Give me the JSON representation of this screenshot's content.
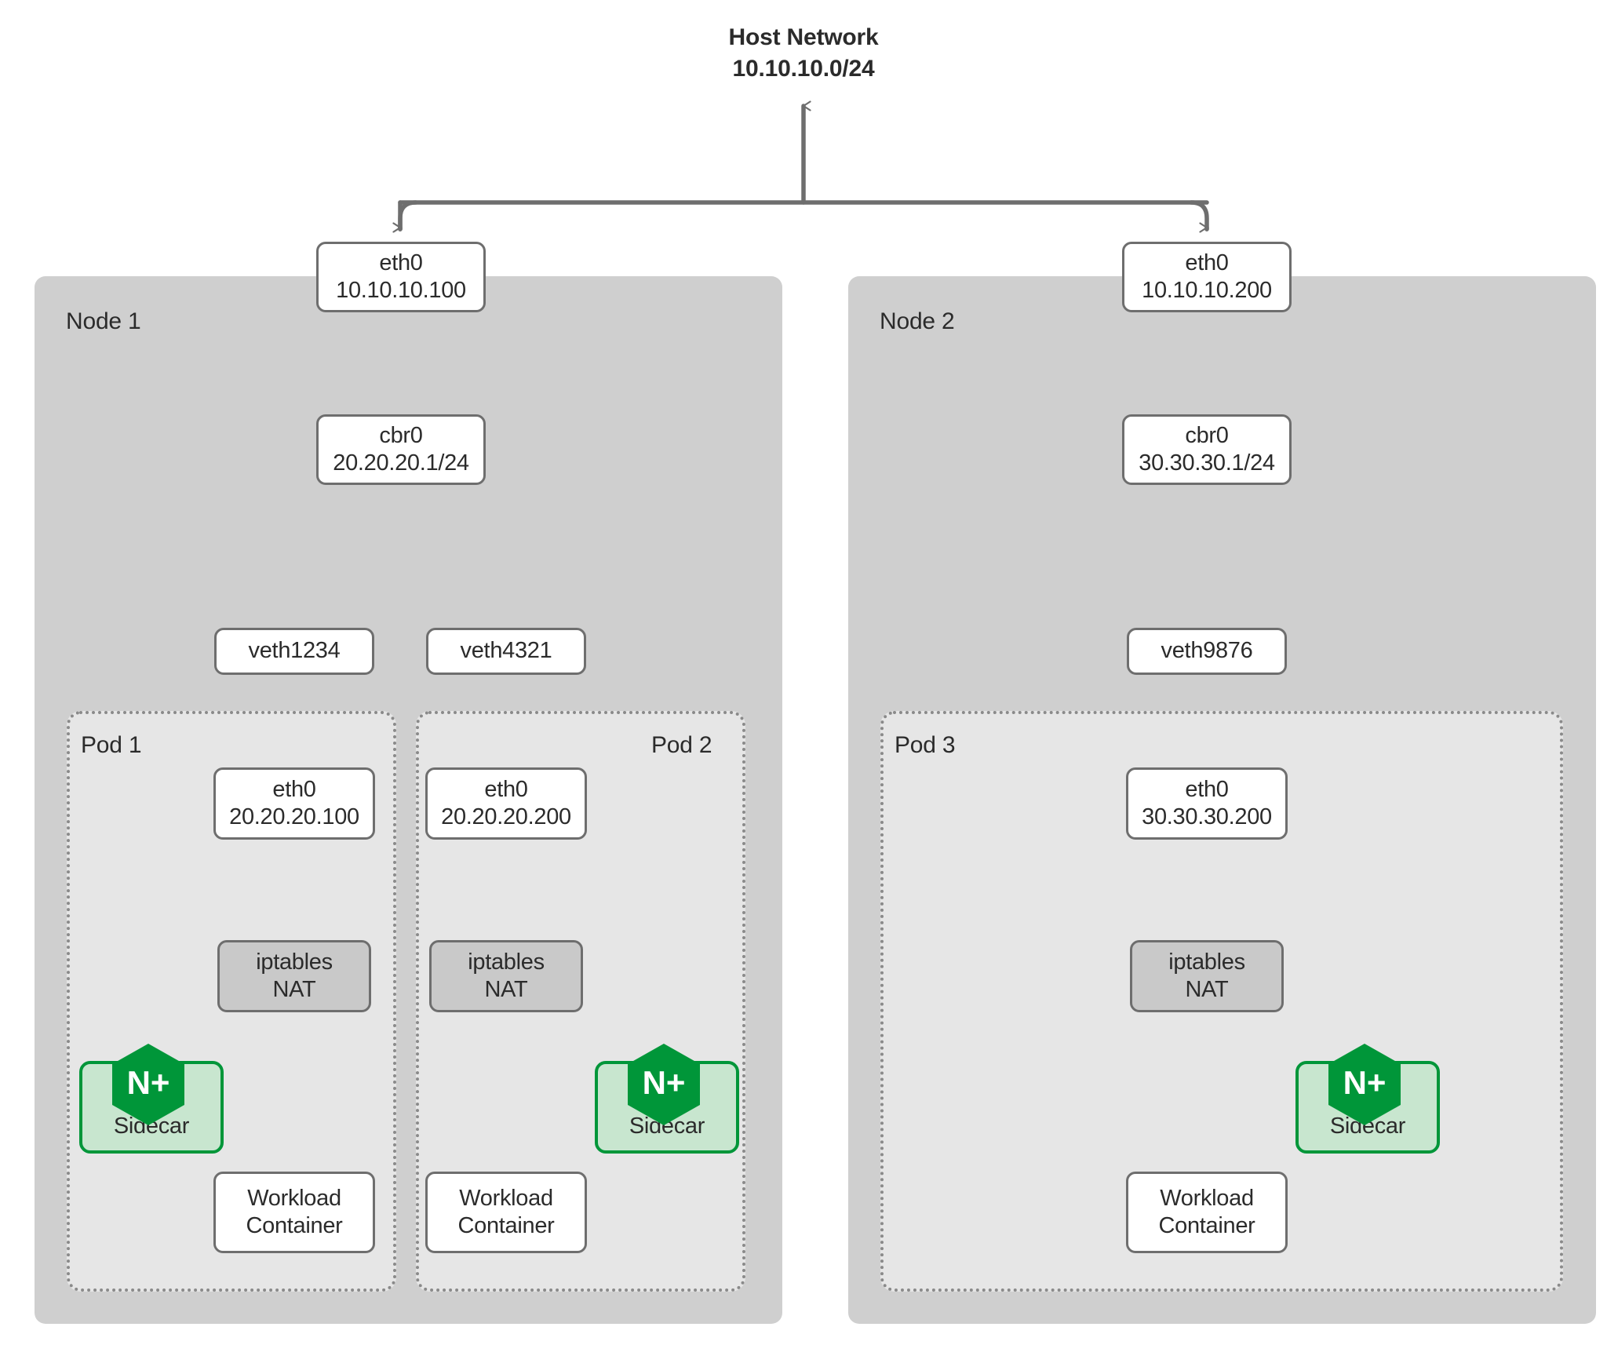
{
  "diagram": {
    "title_line1": "Host Network",
    "title_line2": "10.10.10.0/24",
    "colors": {
      "node_fill": "#cfcfcf",
      "pod_fill": "#e6e6e6",
      "box_stroke": "#6e6e6e",
      "nat_fill": "#c9c9c9",
      "nginx_green": "#009639",
      "sidecar_fill": "#c8e6cf",
      "arrow": "#6e6e6e",
      "text": "#2b2b2b"
    }
  },
  "nodes": [
    {
      "label": "Node 1",
      "eth0": {
        "name": "eth0",
        "ip": "10.10.10.100"
      },
      "bridge": {
        "name": "cbr0",
        "ip": "20.20.20.1/24"
      },
      "veths": [
        "veth1234",
        "veth4321"
      ],
      "pods": [
        {
          "label": "Pod 1",
          "eth0": {
            "name": "eth0",
            "ip": "20.20.20.100"
          },
          "nat": {
            "line1": "iptables",
            "line2": "NAT"
          },
          "sidecar": {
            "label": "Sidecar",
            "badge": "N+"
          },
          "workload": {
            "line1": "Workload",
            "line2": "Container"
          }
        },
        {
          "label": "Pod 2",
          "eth0": {
            "name": "eth0",
            "ip": "20.20.20.200"
          },
          "nat": {
            "line1": "iptables",
            "line2": "NAT"
          },
          "sidecar": {
            "label": "Sidecar",
            "badge": "N+"
          },
          "workload": {
            "line1": "Workload",
            "line2": "Container"
          }
        }
      ]
    },
    {
      "label": "Node 2",
      "eth0": {
        "name": "eth0",
        "ip": "10.10.10.200"
      },
      "bridge": {
        "name": "cbr0",
        "ip": "30.30.30.1/24"
      },
      "veths": [
        "veth9876"
      ],
      "pods": [
        {
          "label": "Pod 3",
          "eth0": {
            "name": "eth0",
            "ip": "30.30.30.200"
          },
          "nat": {
            "line1": "iptables",
            "line2": "NAT"
          },
          "sidecar": {
            "label": "Sidecar",
            "badge": "N+"
          },
          "workload": {
            "line1": "Workload",
            "line2": "Container"
          }
        }
      ]
    }
  ]
}
